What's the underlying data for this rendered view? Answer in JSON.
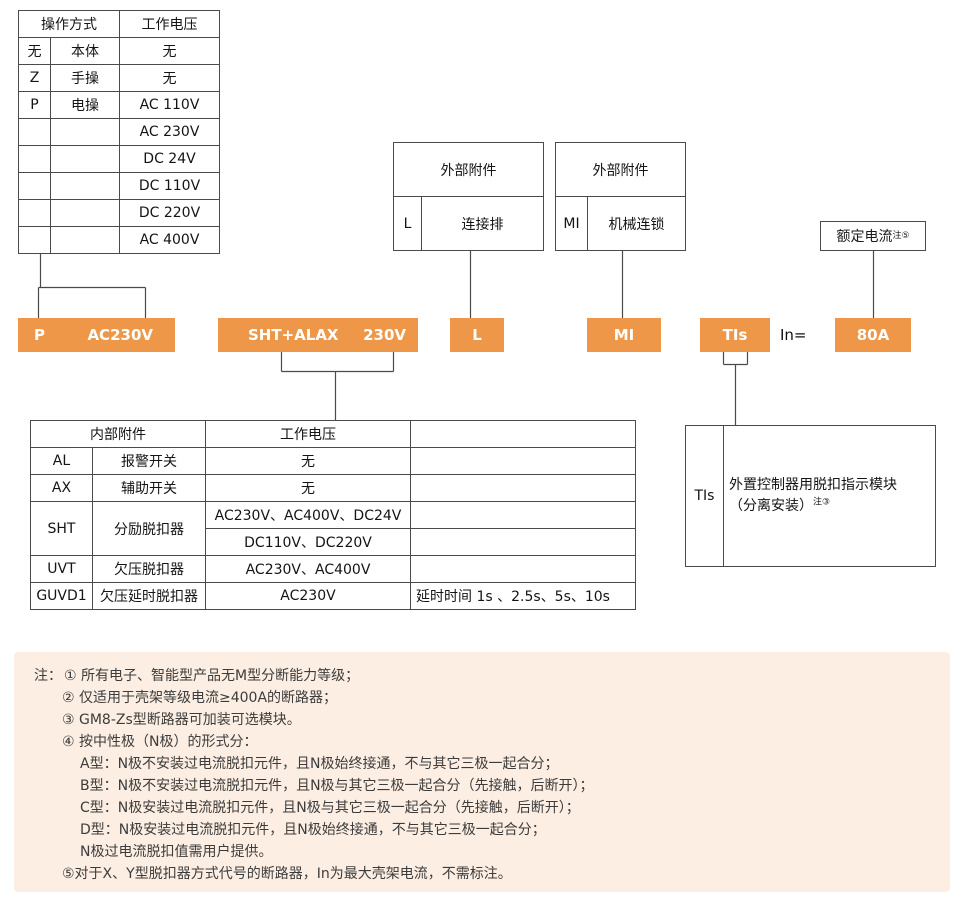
{
  "colors": {
    "accent_orange": "#EF9749",
    "notes_background": "#FCEEE2",
    "line": "#4A4A4A"
  },
  "op_table": {
    "header_mode": "操作方式",
    "header_voltage": "工作电压",
    "rows": [
      {
        "code": "无",
        "name": "本体",
        "voltage": "无"
      },
      {
        "code": "Z",
        "name": "手操",
        "voltage": "无"
      },
      {
        "code": "P",
        "name": "电操",
        "voltage": "AC 110V"
      },
      {
        "code": "",
        "name": "",
        "voltage": "AC 230V"
      },
      {
        "code": "",
        "name": "",
        "voltage": "DC 24V"
      },
      {
        "code": "",
        "name": "",
        "voltage": "DC 110V"
      },
      {
        "code": "",
        "name": "",
        "voltage": "DC 220V"
      },
      {
        "code": "",
        "name": "",
        "voltage": "AC 400V"
      }
    ]
  },
  "ext_l": {
    "header": "外部附件",
    "code": "L",
    "label": "连接排"
  },
  "ext_mi": {
    "header": "外部附件",
    "code": "MI",
    "label": "机械连锁"
  },
  "rated_current": {
    "label": "额定电流",
    "sup": "注⑤"
  },
  "code_row": {
    "box1_code": "P",
    "box1_value": "AC230V",
    "box2_code": "SHT+ALAX",
    "box2_value": "230V",
    "box3": "L",
    "box4": "MI",
    "box5": "TIs",
    "in_label": "In=",
    "box6": "80A"
  },
  "int_table": {
    "header_left": "内部附件",
    "header_voltage": "工作电压",
    "rows": {
      "al": {
        "code": "AL",
        "name": "报警开关",
        "voltage": "无"
      },
      "ax": {
        "code": "AX",
        "name": "辅助开关",
        "voltage": "无"
      },
      "sht": {
        "code": "SHT",
        "name": "分励脱扣器",
        "voltage1": "AC230V、AC400V、DC24V",
        "voltage2": "DC110V、DC220V"
      },
      "uvt": {
        "code": "UVT",
        "name": "欠压脱扣器",
        "voltage": "AC230V、AC400V"
      },
      "guvd1": {
        "code": "GUVD1",
        "name": "欠压延时脱扣器",
        "voltage": "AC230V",
        "extra": "延时时间 1s 、2.5s、5s、10s"
      }
    }
  },
  "tis_table": {
    "code": "TIs",
    "desc_line1": "外置控制器用脱扣指示模块",
    "desc_line2": "（分离安装）",
    "desc_sup": "注③"
  },
  "notes": {
    "label": "注：",
    "lines": [
      "① 所有电子、智能型产品无M型分断能力等级；",
      "② 仅适用于壳架等级电流≥400A的断路器；",
      "③ GM8-Zs型断路器可加装可选模块。",
      "④ 按中性极（N极）的形式分：",
      "A型：N极不安装过电流脱扣元件，且N极始终接通，不与其它三极一起合分；",
      "B型：N极不安装过电流脱扣元件，且N极与其它三极一起合分（先接触，后断开）；",
      "C型：N极安装过电流脱扣元件，且N极与其它三极一起合分（先接触，后断开）；",
      "D型：N极安装过电流脱扣元件，且N极始终接通，不与其它三极一起合分；",
      "N极过电流脱扣值需用户提供。",
      "⑤对于X、Y型脱扣器方式代号的断路器，In为最大壳架电流，不需标注。"
    ]
  }
}
